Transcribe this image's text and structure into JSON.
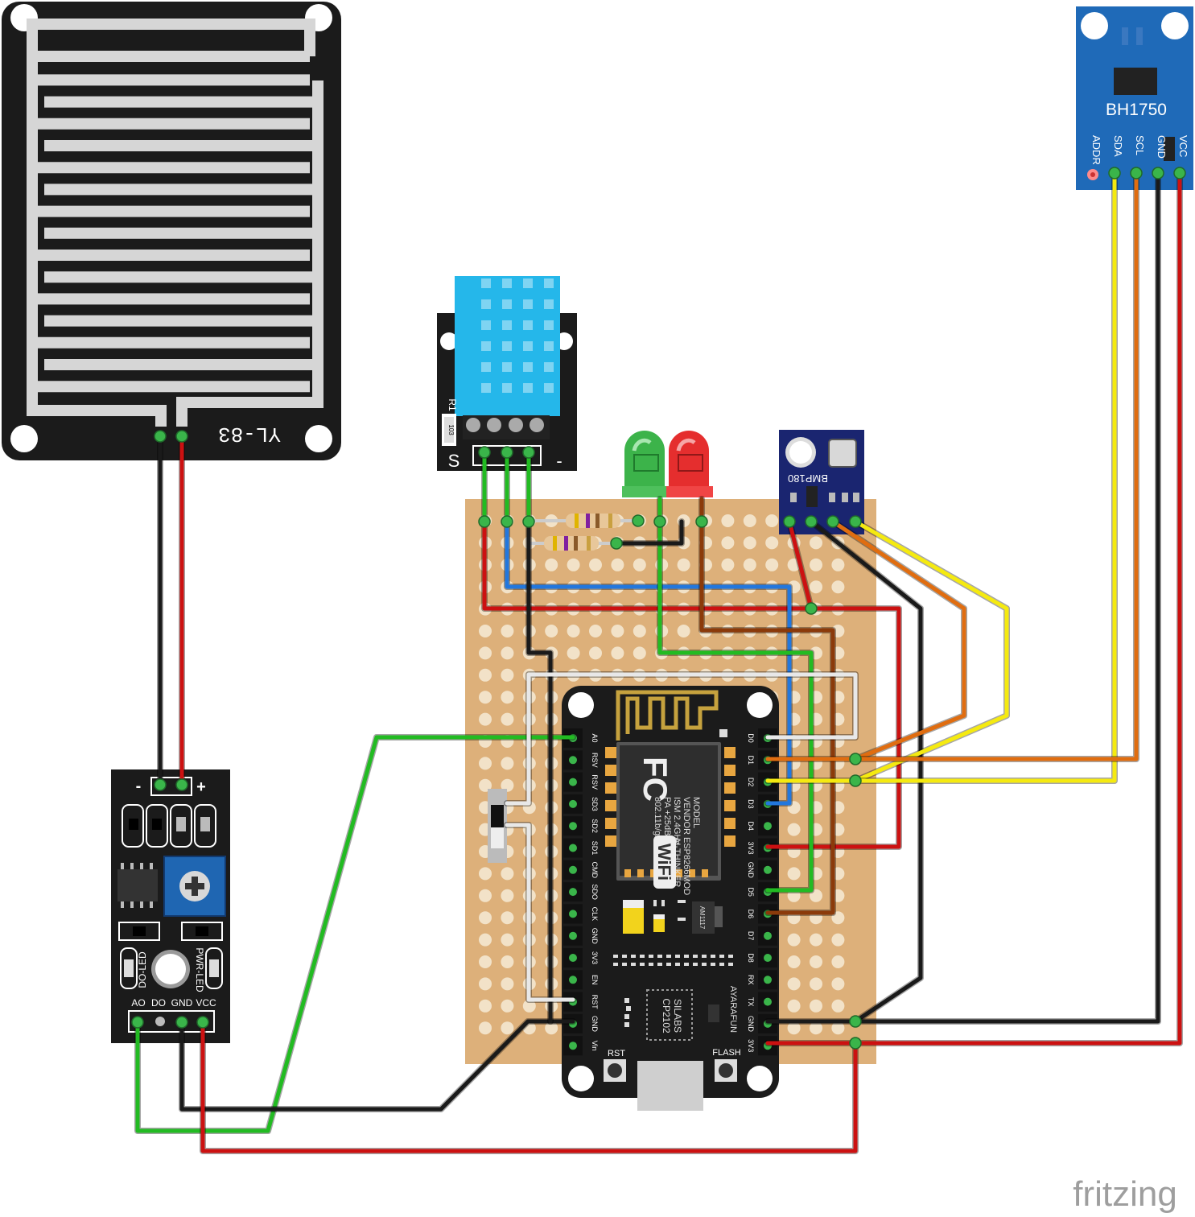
{
  "watermark": "fritzing",
  "rain_sensor": {
    "label": "YL-83"
  },
  "rain_module": {
    "minus": "-",
    "plus": "+",
    "pins": [
      "AO",
      "DO",
      "GND",
      "VCC"
    ],
    "do_led": "DO-LED",
    "pwr_led": "PWR-LED"
  },
  "dht_module": {
    "r1": "R1",
    "code": "103",
    "s": "S",
    "minus": "-"
  },
  "bmp": {
    "label": "BMP180"
  },
  "bh1750": {
    "label": "BH1750",
    "pins": [
      "ADDR",
      "SDA",
      "SCL",
      "GND",
      "VCC"
    ]
  },
  "nodemcu": {
    "left_pins": [
      "A0",
      "RSV",
      "RSV",
      "SD3",
      "SD2",
      "SD1",
      "CMD",
      "SDO",
      "CLK",
      "GND",
      "3V3",
      "EN",
      "RST",
      "GND",
      "Vin"
    ],
    "right_pins": [
      "D0",
      "D1",
      "D2",
      "D3",
      "D4",
      "3V3",
      "GND",
      "D5",
      "D6",
      "D7",
      "D8",
      "RX",
      "TX",
      "GND",
      "3V3"
    ],
    "rst": "RST",
    "flash": "FLASH",
    "module_text": [
      "MODEL",
      "VENDOR",
      "ISM 2.4GHz",
      "PA +25dBm",
      "802.11b/g/n"
    ],
    "module_text2": [
      "ESP8266MOD",
      "AI-THINKER"
    ],
    "fc": "FC",
    "wifi": "WiFi",
    "chip": [
      "SILABS",
      "CP2102"
    ],
    "brand": "AYARAFUN",
    "reg": "AM1117"
  },
  "colors": {
    "wire_red": "#cc1111",
    "wire_black": "#1a1a1a",
    "wire_green": "#22bb22",
    "wire_blue": "#2277dd",
    "wire_yellow": "#f5ea10",
    "wire_orange": "#e06d10",
    "wire_brown": "#8b3a0a",
    "wire_white": "#e8e8e8",
    "board": "#ddb07a",
    "pcb_black": "#1b1b1b",
    "pcb_blue": "#1f66b2",
    "bmp_navy": "#1a2570",
    "dht_blue": "#25b7ea"
  }
}
